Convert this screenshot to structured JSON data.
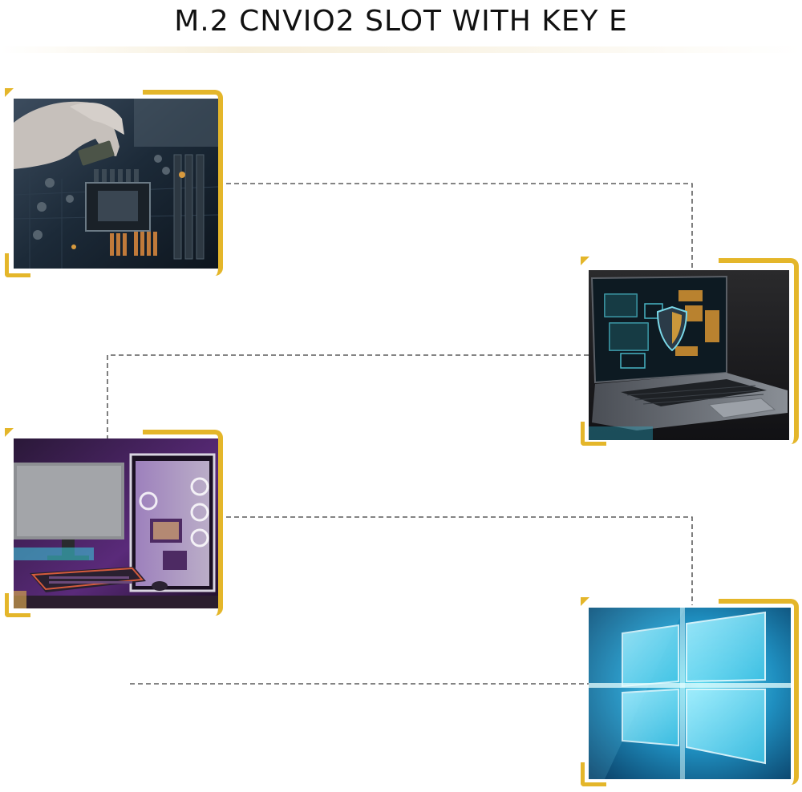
{
  "page": {
    "title": "M.2 CNVIO2 SLOT WITH KEY E"
  },
  "colors": {
    "frame_accent": "#e4b62a",
    "connector_line": "#3a3a3a",
    "background": "#ffffff"
  },
  "panels": [
    {
      "name": "motherboard-photo",
      "subject": "hand installing module on motherboard"
    },
    {
      "name": "laptop-photo",
      "subject": "laptop with security shield graphic"
    },
    {
      "name": "gaming-pc-photo",
      "subject": "RGB gaming desktop setup"
    },
    {
      "name": "windows-logo-photo",
      "subject": "Windows logo on blue background"
    }
  ]
}
